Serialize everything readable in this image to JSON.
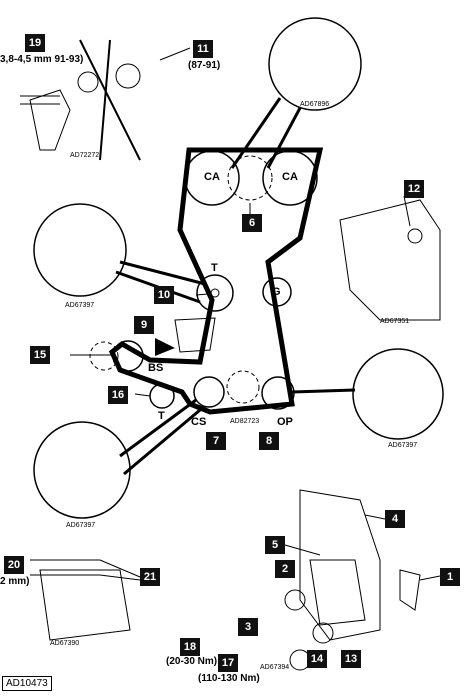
{
  "document_id": "AD10473",
  "ref_codes": {
    "top_left": "AD72272",
    "top_right": "AD67896",
    "left_upper": "AD67397",
    "center": "AD82723",
    "right_upper": "AD67351",
    "right_mid": "AD67397",
    "left_lower": "AD67397",
    "bottom_left": "AD67390",
    "bottom_center": "AD67394"
  },
  "pulleys": {
    "ca_left": "CA",
    "ca_right": "CA",
    "g": "G",
    "t": "T",
    "bs": "BS",
    "t_lower": "T",
    "cs": "CS",
    "op": "OP"
  },
  "callouts": [
    "19",
    "11",
    "6",
    "12",
    "10",
    "9",
    "15",
    "16",
    "7",
    "8",
    "4",
    "5",
    "1",
    "2",
    "20",
    "21",
    "3",
    "18",
    "17",
    "14",
    "13"
  ],
  "labels": {
    "spec_19": "3,8-4,5 mm 91-93)",
    "spec_11": "(87-91)",
    "spec_20": "2 mm)",
    "spec_18": "(20-30 Nm)",
    "spec_17": "(110-130 Nm)"
  }
}
